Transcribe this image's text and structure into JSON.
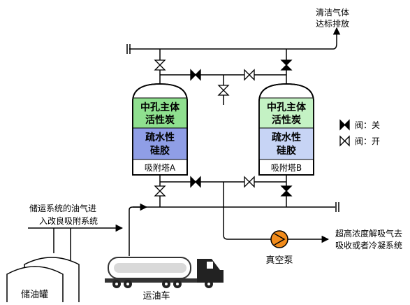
{
  "labels": {
    "clean_gas_line1": "清洁气体",
    "clean_gas_line2": "达标排放",
    "tower_a_top_line1": "中孔主体",
    "tower_a_top_line2": "活性炭",
    "tower_a_bottom_line1": "疏水性",
    "tower_a_bottom_line2": "硅胶",
    "tower_a_name": "吸附塔A",
    "tower_b_top_line1": "中孔主体",
    "tower_b_top_line2": "活性炭",
    "tower_b_bottom_line1": "疏水性",
    "tower_b_bottom_line2": "硅胶",
    "tower_b_name": "吸附塔B",
    "legend_closed": "阀：关",
    "legend_open": "阀：开",
    "storage_inlet_line1": "储运系统的油气进",
    "storage_inlet_line2": "入改良吸附系统",
    "desorb_line1": "超高浓度解吸气去",
    "desorb_line2": "吸收或者冷凝系统",
    "vacuum_pump": "真空泵",
    "oil_tank": "储油罐",
    "oil_truck": "运油车"
  },
  "colors": {
    "carbon_fill": "#8fe08f",
    "carbon_fill_b": "#c4f2c4",
    "silica_fill": "#8f9ee6",
    "silica_fill_b": "#c7d4f5",
    "pump_fill": "#f28c1c",
    "line": "#000000"
  },
  "icons": {
    "closed_valve": "bowtie-filled",
    "open_valve": "bowtie-outline",
    "pump": "centrifugal-pump-orange"
  }
}
